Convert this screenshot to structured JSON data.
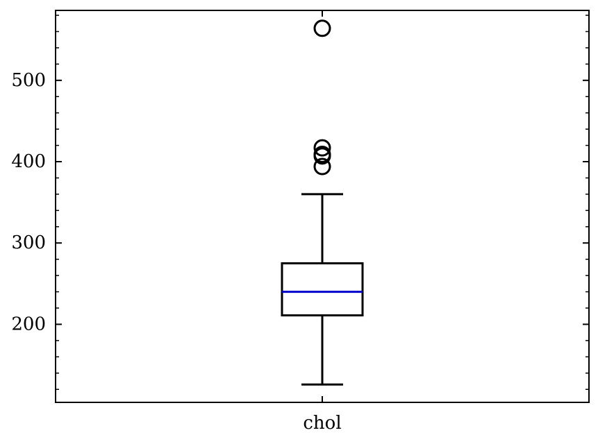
{
  "chart_data": {
    "type": "boxplot",
    "title": "",
    "xlabel": "",
    "ylabel": "",
    "categories": [
      "chol"
    ],
    "boxes": [
      {
        "name": "chol",
        "whisker_low": 126,
        "q1": 211,
        "median": 240,
        "q3": 275,
        "whisker_high": 360,
        "outliers": [
          564,
          417,
          409,
          407,
          394
        ]
      }
    ],
    "yticks": [
      200,
      300,
      400,
      500
    ],
    "ytick_labels": [
      "200",
      "300",
      "400",
      "500"
    ],
    "ylim": [
      104,
      586
    ],
    "minor_tick_step": 20,
    "grid": false,
    "colors": {
      "box": "#000000",
      "median": "#0000cc",
      "axes": "#000000",
      "background": "#ffffff"
    }
  }
}
